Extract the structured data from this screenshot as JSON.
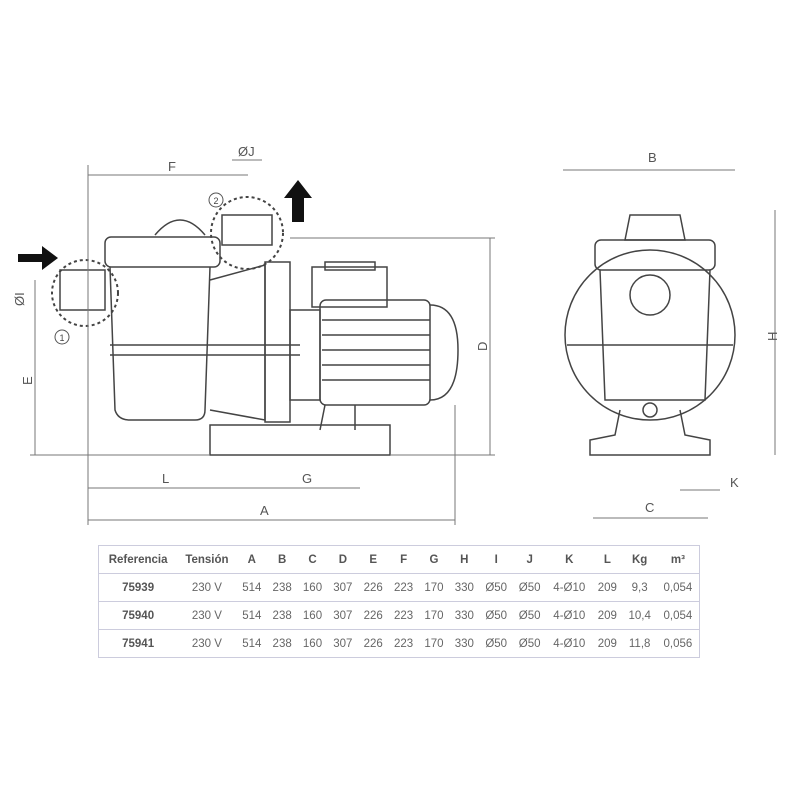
{
  "drawing": {
    "dims": {
      "A": "A",
      "B": "B",
      "C": "C",
      "D": "D",
      "E": "E",
      "F": "F",
      "G": "G",
      "H": "H",
      "I": "ØI",
      "J": "ØJ",
      "K": "K",
      "L": "L"
    },
    "callouts": [
      "1",
      "2"
    ]
  },
  "table": {
    "headers": [
      "Referencia",
      "Tensión",
      "A",
      "B",
      "C",
      "D",
      "E",
      "F",
      "G",
      "H",
      "I",
      "J",
      "K",
      "L",
      "Kg",
      "m³"
    ],
    "rows": [
      [
        "75939",
        "230 V",
        "514",
        "238",
        "160",
        "307",
        "226",
        "223",
        "170",
        "330",
        "Ø50",
        "Ø50",
        "4-Ø10",
        "209",
        "9,3",
        "0,054"
      ],
      [
        "75940",
        "230 V",
        "514",
        "238",
        "160",
        "307",
        "226",
        "223",
        "170",
        "330",
        "Ø50",
        "Ø50",
        "4-Ø10",
        "209",
        "10,4",
        "0,054"
      ],
      [
        "75941",
        "230 V",
        "514",
        "238",
        "160",
        "307",
        "226",
        "223",
        "170",
        "330",
        "Ø50",
        "Ø50",
        "4-Ø10",
        "209",
        "11,8",
        "0,056"
      ]
    ]
  }
}
